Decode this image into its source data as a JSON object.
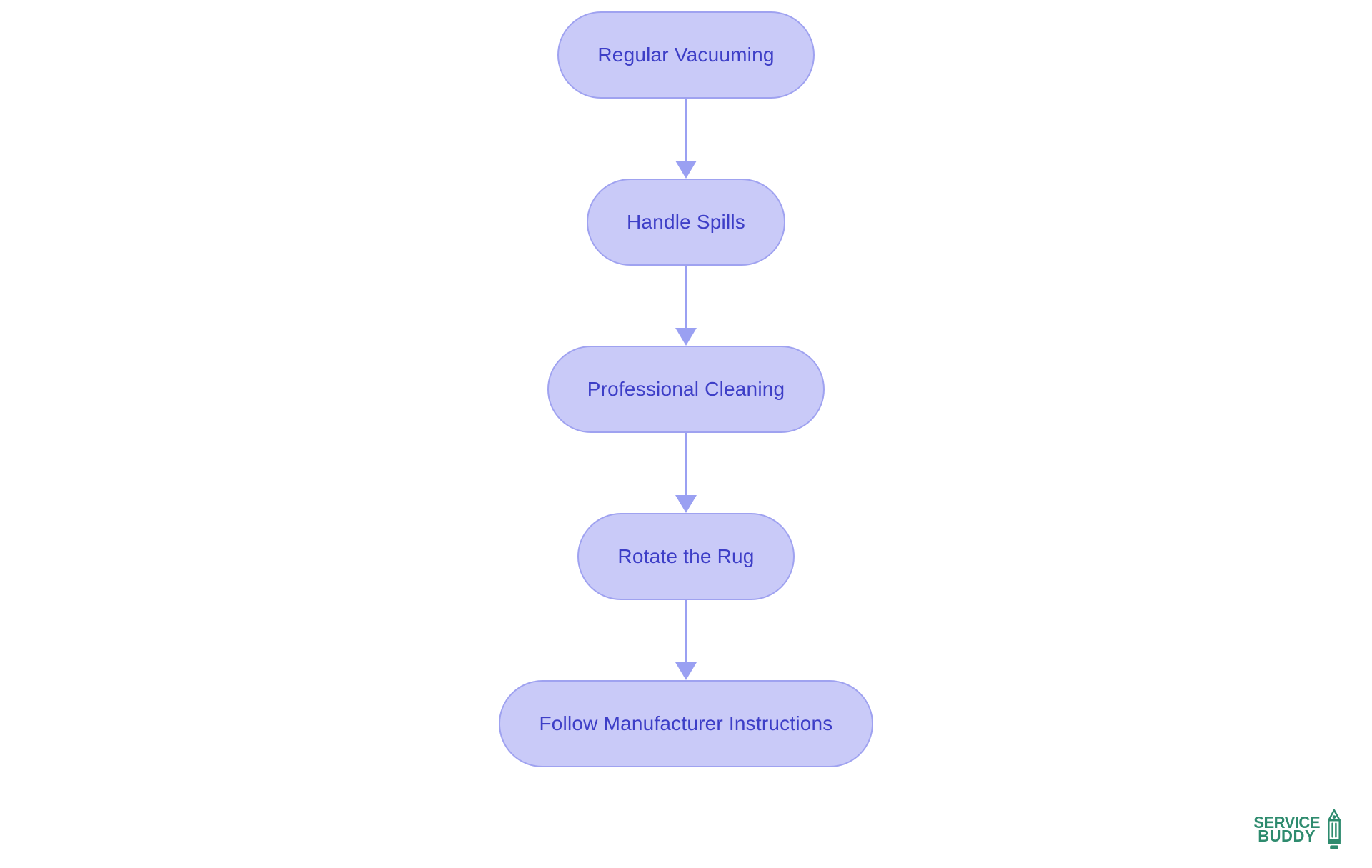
{
  "flowchart": {
    "type": "flowchart-vertical",
    "nodes": [
      {
        "label": "Regular Vacuuming"
      },
      {
        "label": "Handle Spills"
      },
      {
        "label": "Professional Cleaning"
      },
      {
        "label": "Rotate the Rug"
      },
      {
        "label": "Follow Manufacturer Instructions"
      }
    ],
    "connections": [
      {
        "from": 0,
        "to": 1
      },
      {
        "from": 1,
        "to": 2
      },
      {
        "from": 2,
        "to": 3
      },
      {
        "from": 3,
        "to": 4
      }
    ],
    "colors": {
      "node_fill": "#c9caf8",
      "node_border": "#9fa2f0",
      "node_text": "#3d3ec7",
      "arrow": "#9aa0f2"
    }
  },
  "logo": {
    "line1": "SERVICE",
    "line2": "BUDDY",
    "color": "#2e8b6e",
    "icon": "pencil-icon"
  },
  "background": "#ffffff"
}
